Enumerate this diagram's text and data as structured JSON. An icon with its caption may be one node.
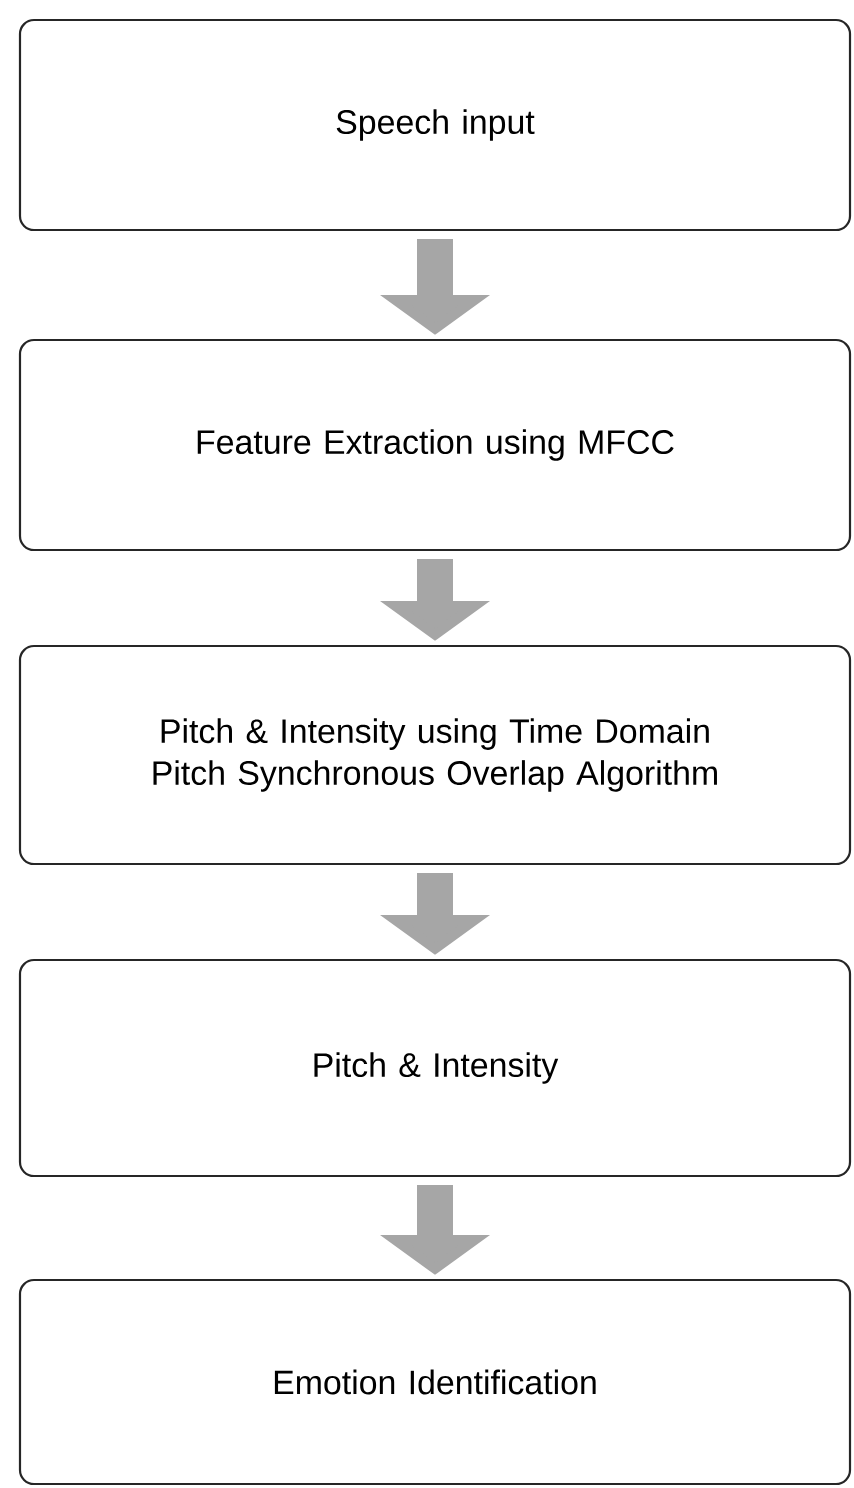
{
  "diagram": {
    "nodes": [
      {
        "text": [
          "Speech input"
        ]
      },
      {
        "text": [
          "Feature Extraction using MFCC"
        ]
      },
      {
        "text": [
          "Pitch & Intensity using Time Domain Pitch Synchronous Overlap Algorithm"
        ]
      },
      {
        "text": [
          "Pitch & Intensity"
        ]
      },
      {
        "text": [
          "Emotion Identification"
        ]
      }
    ],
    "edges": [
      {
        "from": 0,
        "to": 1,
        "arrow": "to"
      },
      {
        "from": 1,
        "to": 2,
        "arrow": "to"
      },
      {
        "from": 2,
        "to": 3,
        "arrow": "to"
      },
      {
        "from": 3,
        "to": 4,
        "arrow": "to"
      }
    ]
  }
}
